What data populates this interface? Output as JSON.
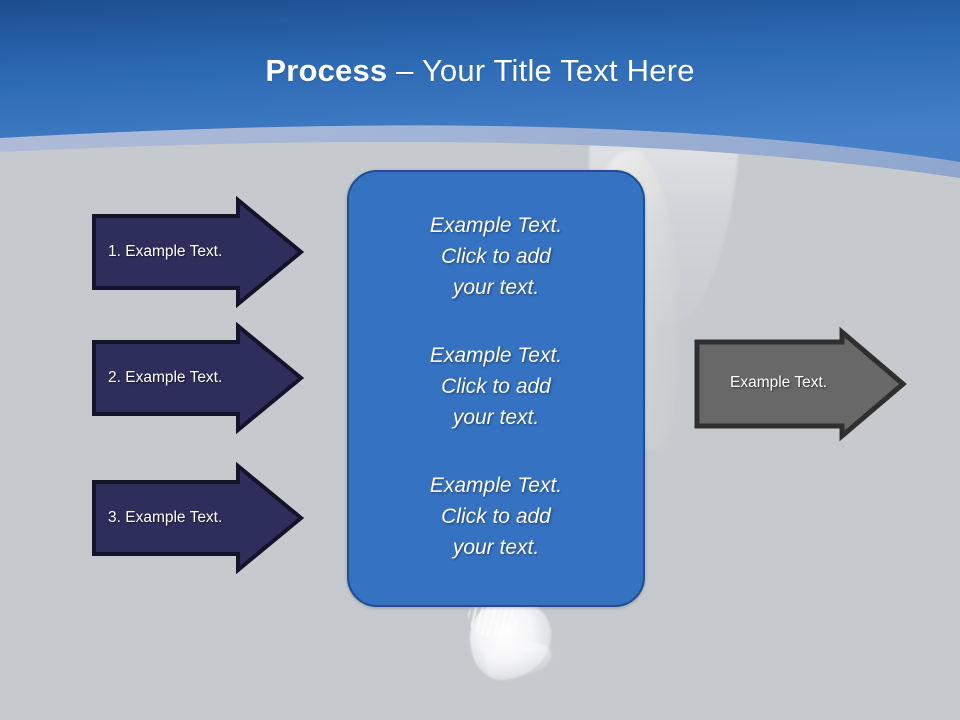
{
  "slide": {
    "title_bold": "Process",
    "title_rest": " – Your Title Text Here",
    "background_color": "#c6c9ce",
    "header_color_top": "#205493",
    "header_color_bottom": "#3b7ac4",
    "wave_band_color": "#9fb2d4"
  },
  "steps": [
    {
      "label": "1. Example Text.",
      "fill": "#2e2e5c",
      "stroke": "#13132a"
    },
    {
      "label": "2. Example Text.",
      "fill": "#2e2e5c",
      "stroke": "#13132a"
    },
    {
      "label": "3. Example Text.",
      "fill": "#2e2e5c",
      "stroke": "#13132a"
    }
  ],
  "center_panel": {
    "fill": "#3572c2",
    "stroke": "#1f4f8f",
    "blocks": [
      "Example Text.\nClick  to add\nyour text.",
      "Example Text.\nClick  to add\nyour text.",
      "Example Text.\nClick  to add\nyour text."
    ]
  },
  "result": {
    "label": "Example Text.",
    "fill": "#686868",
    "stroke": "#2f2f2f"
  }
}
